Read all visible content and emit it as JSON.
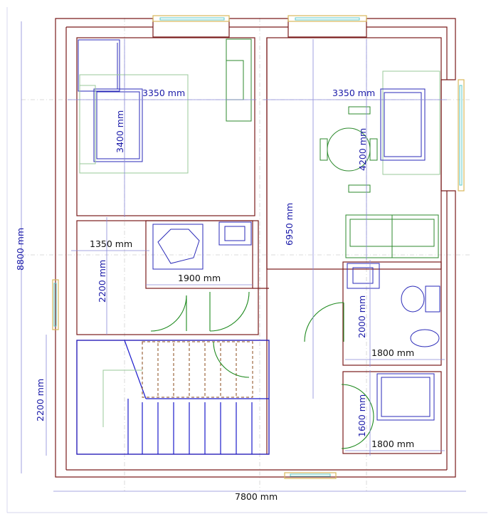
{
  "dimensions": {
    "bedroom_width": "3350 mm",
    "living_width": "3350 mm",
    "bedroom_depth": "3400 mm",
    "dining_depth": "4200 mm",
    "corridor_length": "6950 mm",
    "total_height": "8800 mm",
    "hall_width": "1350 mm",
    "hall_depth": "2200 mm",
    "bath_width": "1900 mm",
    "wc_depth": "2000 mm",
    "wc_width": "1800 mm",
    "shower_depth": "1600 mm",
    "shower_width": "1800 mm",
    "stair_depth": "2200 mm",
    "total_width": "7800 mm"
  },
  "colors": {
    "wall": "#7a1c1c",
    "dimension_text": "#1a1aa8",
    "furniture_green": "#2e8a2e",
    "furniture_blue": "#2a2ab8",
    "window": "#d8b85a"
  }
}
